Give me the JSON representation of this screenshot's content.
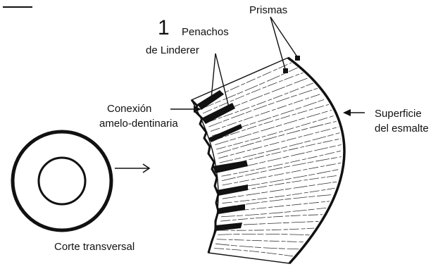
{
  "figure": {
    "number": "1",
    "labels": {
      "prismas": "Prismas",
      "penachos_line1": "Penachos",
      "penachos_line2": "de Linderer",
      "conexion_line1": "Conexión",
      "conexion_line2": "amelo-dentinaria",
      "superficie_line1": "Superficie",
      "superficie_line2": "del esmalte",
      "corte": "Corte transversal"
    }
  }
}
